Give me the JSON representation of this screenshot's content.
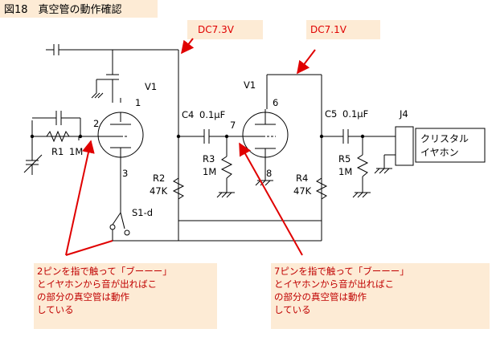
{
  "title": "図18　真空管の動作確認",
  "annotations": {
    "dc_left": "DC7.3V",
    "dc_right": "DC7.1V"
  },
  "components": {
    "v1_left": "V1",
    "v1_right": "V1",
    "pin1": "1",
    "pin2": "2",
    "pin3": "3",
    "pin6": "6",
    "pin7": "7",
    "pin8": "8",
    "r1_name": "R1",
    "r1_value": "1M",
    "r2_name": "R2",
    "r2_value": "47K",
    "r3_name": "R3",
    "r3_value": "1M",
    "r4_name": "R4",
    "r4_value": "47K",
    "r5_name": "R5",
    "r5_value": "1M",
    "c4_name": "C4",
    "c4_value": "0.1μF",
    "c5_name": "C5",
    "c5_value": "0.1μF",
    "j4": "J4",
    "switch": "S1-d",
    "crystal_line1": "クリスタル",
    "crystal_line2": "イヤホン"
  },
  "notes": {
    "left": [
      "2ピンを指で触って「ブーーー」",
      "とイヤホンから音が出ればこ",
      "の部分の真空管は動作",
      "している"
    ],
    "right": [
      "7ピンを指で触って「ブーーー」",
      "とイヤホンから音が出ればこ",
      "の部分の真空管は動作",
      "している"
    ]
  },
  "colors": {
    "annotation_red": "#e00000",
    "note_bg": "#fdebd5",
    "line": "#000000"
  }
}
